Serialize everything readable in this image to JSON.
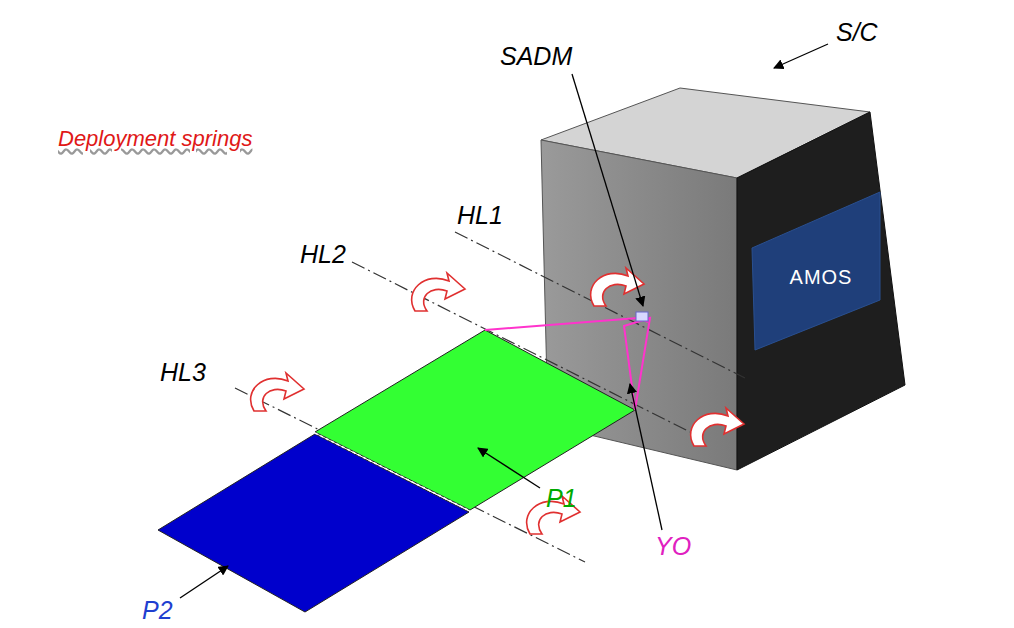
{
  "diagram": {
    "nodes": [
      {
        "text": [
          "AMOS"
        ]
      }
    ],
    "labels": [
      "Deployment springs",
      "SADM",
      "S/C",
      "HL1",
      "HL2",
      "HL3",
      "P1",
      "P2",
      "YO"
    ]
  }
}
